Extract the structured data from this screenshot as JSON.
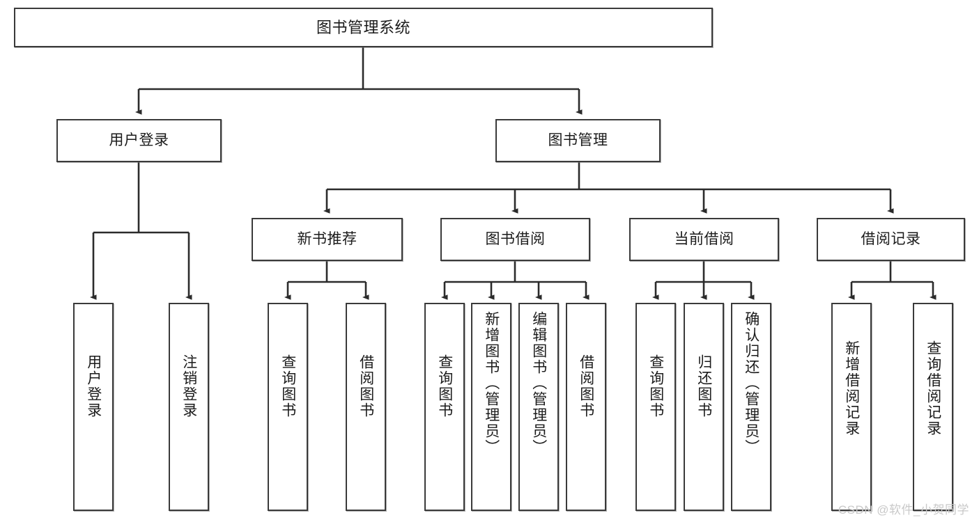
{
  "diagram": {
    "title": "图书管理系统",
    "type": "tree-hierarchy-diagram",
    "colors": {
      "box_border": "#3a3a3a",
      "box_fill": "#ffffff",
      "edge": "#2b2b2b",
      "text": "#1b1b1b",
      "watermark": "#c9c9c9"
    },
    "root": {
      "label": "图书管理系统"
    },
    "level2": [
      {
        "label": "用户登录"
      },
      {
        "label": "图书管理"
      }
    ],
    "level3": [
      {
        "label": "新书推荐"
      },
      {
        "label": "图书借阅"
      },
      {
        "label": "当前借阅"
      },
      {
        "label": "借阅记录"
      }
    ],
    "leaves": {
      "user_login": [
        {
          "label": "用户登录"
        },
        {
          "label": "注销登录"
        }
      ],
      "new_book_recommend": [
        {
          "label": "查询图书"
        },
        {
          "label": "借阅图书"
        }
      ],
      "book_borrow": [
        {
          "label": "查询图书"
        },
        {
          "label": "新增图书（管理员）"
        },
        {
          "label": "编辑图书（管理员）"
        },
        {
          "label": "借阅图书"
        }
      ],
      "current_borrow": [
        {
          "label": "查询图书"
        },
        {
          "label": "归还图书"
        },
        {
          "label": "确认归还（管理员）"
        }
      ],
      "borrow_record": [
        {
          "label": "新增借阅记录"
        },
        {
          "label": "查询借阅记录"
        }
      ]
    }
  },
  "watermark": {
    "text": "CSDN @软件_小贺同学"
  }
}
